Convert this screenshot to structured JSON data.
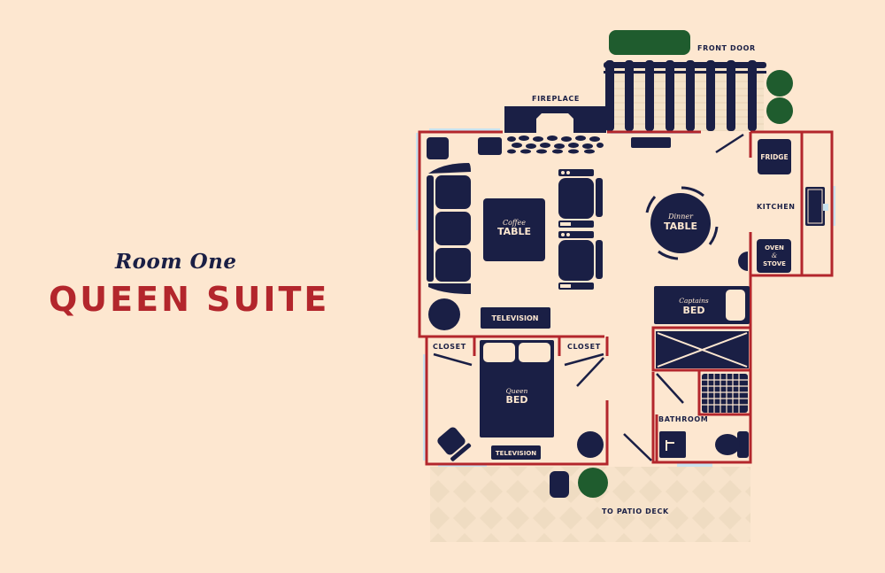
{
  "title": {
    "subtitle": "Room One",
    "name": "QUEEN SUITE"
  },
  "colors": {
    "background": "#fde7d0",
    "navy": "#1a1f45",
    "wall_red": "#b3262c",
    "window_blue": "#c9e3ef",
    "plant_green": "#1f5c2e"
  },
  "labels": {
    "fireplace": "FIREPLACE",
    "front_door": "FRONT DOOR",
    "fridge": "FRIDGE",
    "kitchen": "KITCHEN",
    "oven_1": "OVEN",
    "oven_amp": "&",
    "oven_2": "STOVE",
    "coffee_script": "Coffee",
    "coffee_main": "TABLE",
    "dinner_script": "Dinner",
    "dinner_main": "TABLE",
    "tv_living": "TELEVISION",
    "closet_left": "CLOSET",
    "closet_right": "CLOSET",
    "queen_script": "Queen",
    "queen_main": "BED",
    "tv_bedroom": "TELEVISION",
    "captains_script": "Captains",
    "captains_main": "BED",
    "bathroom": "BATHROOM",
    "patio": "TO PATIO DECK"
  }
}
